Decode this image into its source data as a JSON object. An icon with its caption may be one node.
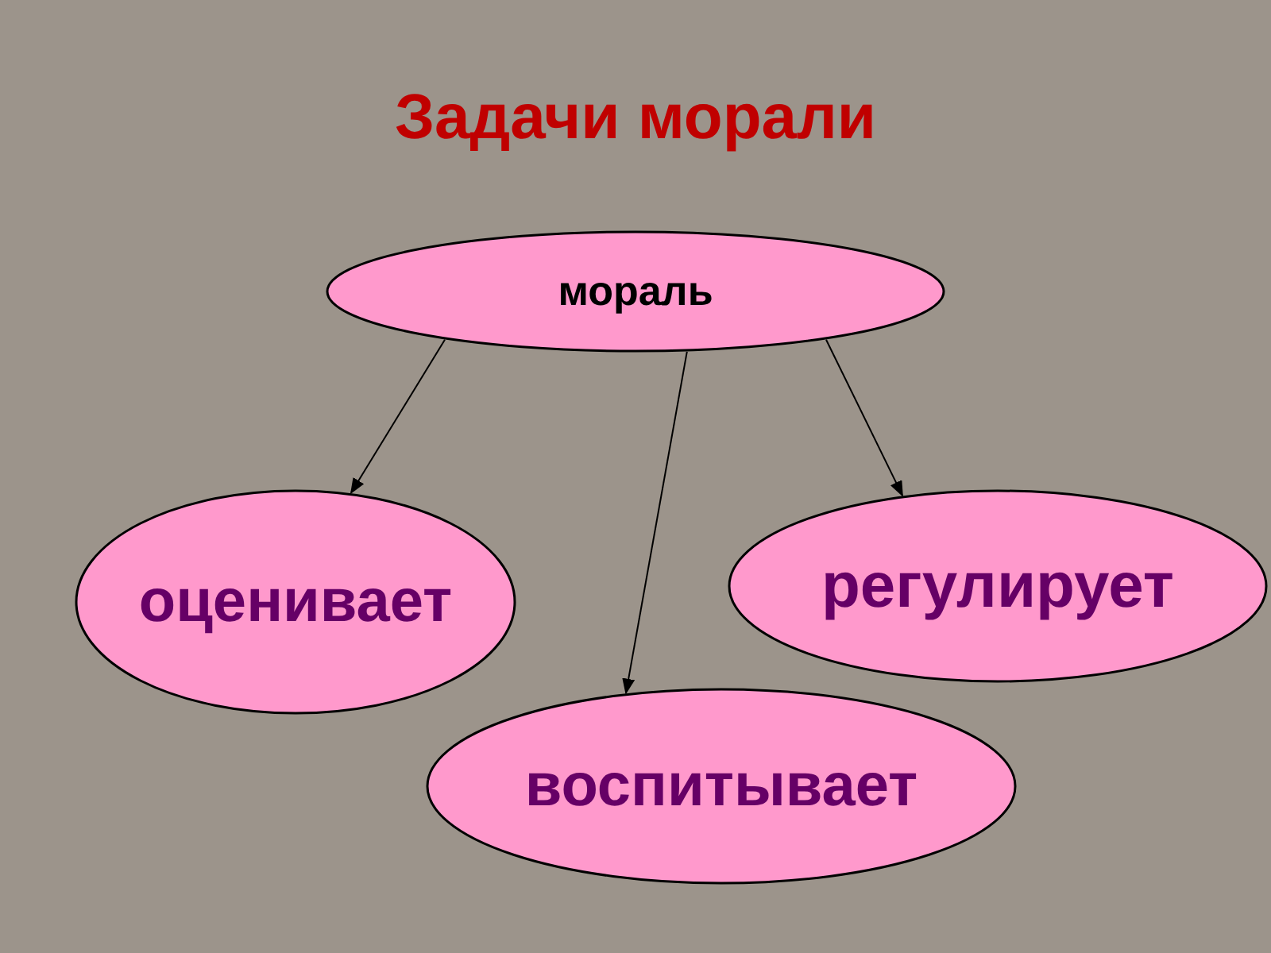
{
  "diagram": {
    "title": "Задачи морали",
    "nodes": [
      {
        "text": [
          "мораль"
        ]
      },
      {
        "text": [
          "оценивает"
        ]
      },
      {
        "text": [
          "регулирует"
        ]
      },
      {
        "text": [
          "воспитывает"
        ]
      }
    ],
    "edges": [
      {
        "from": 0,
        "to": 1,
        "arrow": "to"
      },
      {
        "from": 0,
        "to": 3,
        "arrow": "to"
      },
      {
        "from": 0,
        "to": 2,
        "arrow": "to"
      }
    ]
  }
}
